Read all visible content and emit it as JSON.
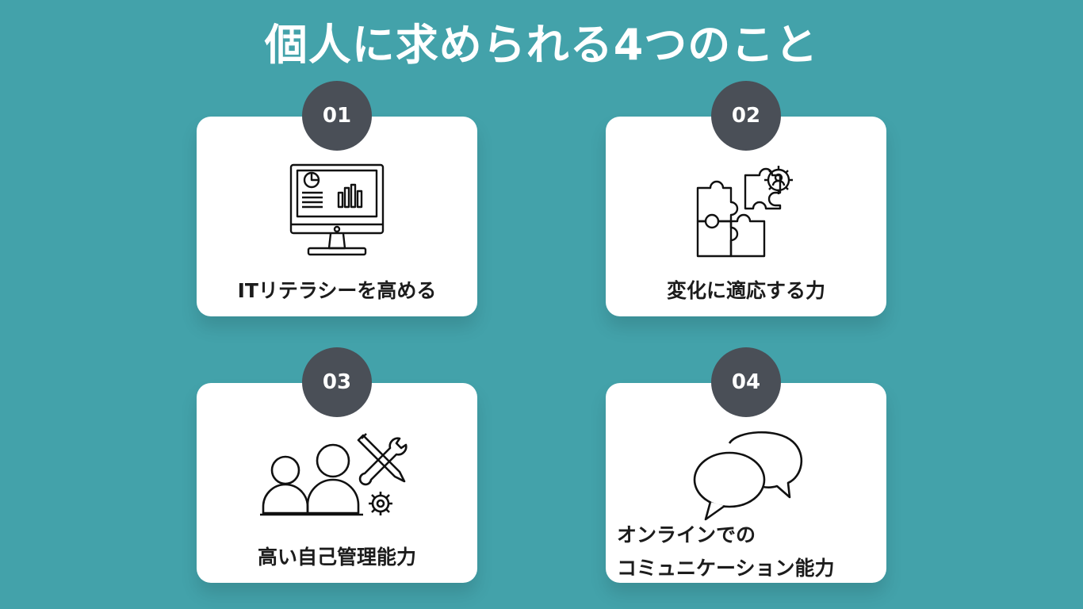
{
  "title": "個人に求められる4つのこと",
  "cards": [
    {
      "number": "01",
      "label": "ITリテラシーを高める",
      "icon": "computer-monitor-dashboard-icon"
    },
    {
      "number": "02",
      "label": "変化に適応する力",
      "icon": "puzzle-gear-icon"
    },
    {
      "number": "03",
      "label": "高い自己管理能力",
      "icon": "people-tools-gear-icon"
    },
    {
      "number": "04",
      "label_line1": "オンラインでの",
      "label_line2": "コミュニケーション能力",
      "icon": "speech-bubbles-icon"
    }
  ],
  "colors": {
    "background": "#43a2aa",
    "card": "#ffffff",
    "badge": "#4a4f57",
    "text": "#1c1c1c"
  }
}
